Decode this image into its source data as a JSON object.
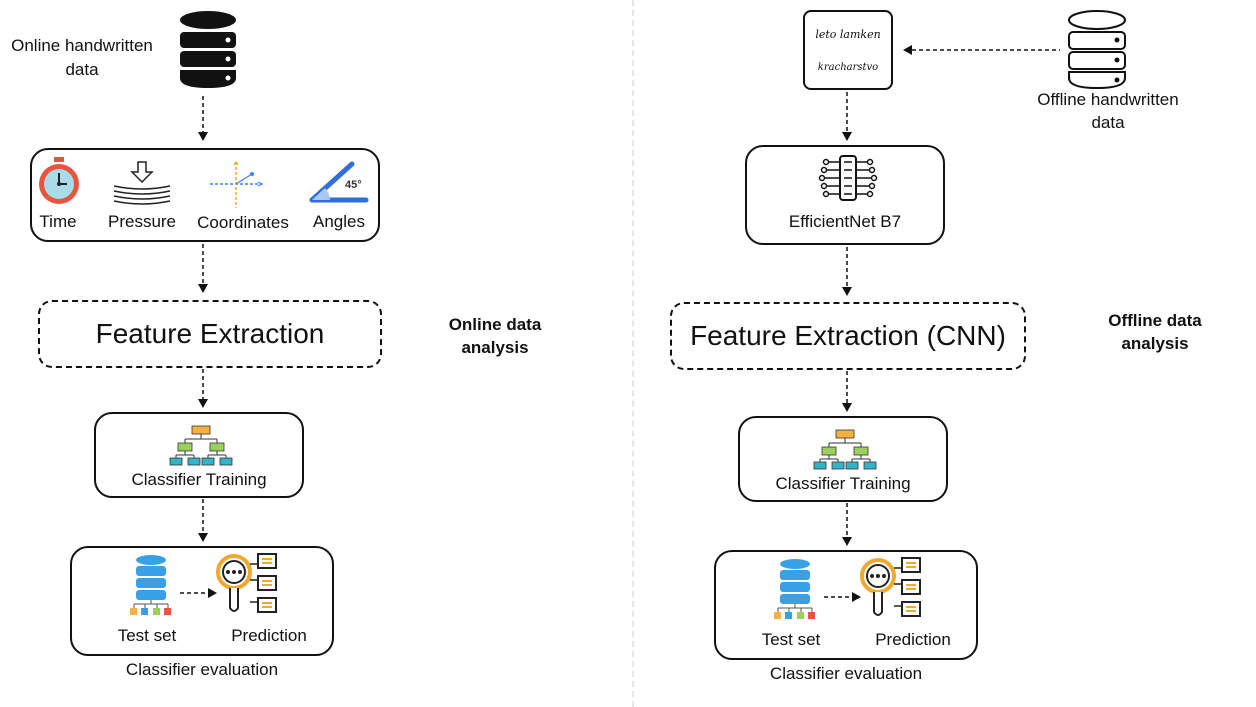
{
  "online": {
    "source_label": "Online handwritten\ndata",
    "features": [
      {
        "label": "Time",
        "icon": "stopwatch-icon"
      },
      {
        "label": "Pressure",
        "icon": "pressure-icon"
      },
      {
        "label": "Coordinates",
        "icon": "coordinates-icon"
      },
      {
        "label": "Angles",
        "icon": "angle-icon"
      }
    ],
    "angle_value": "45°",
    "feature_extraction": "Feature Extraction",
    "classifier_training": "Classifier Training",
    "test_set": "Test set",
    "prediction": "Prediction",
    "classifier_evaluation": "Classifier evaluation",
    "section_label": "Online data\nanalysis"
  },
  "offline": {
    "source_label": "Offline handwritten\ndata",
    "handwriting_line1": "leto lamken",
    "handwriting_line2": "kracharstvo",
    "model": "EfficientNet B7",
    "feature_extraction": "Feature Extraction (CNN)",
    "classifier_training": "Classifier Training",
    "test_set": "Test set",
    "prediction": "Prediction",
    "classifier_evaluation": "Classifier evaluation",
    "section_label": "Offline data\nanalysis"
  },
  "colors": {
    "database_dark": "#111111",
    "database_blue": "#3aa0e6",
    "tree_orange": "#f5b041",
    "tree_green": "#9bd15b",
    "tree_teal": "#36b3c9",
    "magnifier_gold": "#f0a92c",
    "angle_blue": "#2f6fd6",
    "stopwatch_red": "#e8553e",
    "coord_orange": "#f0a92c",
    "coord_blue": "#3b82f6"
  }
}
